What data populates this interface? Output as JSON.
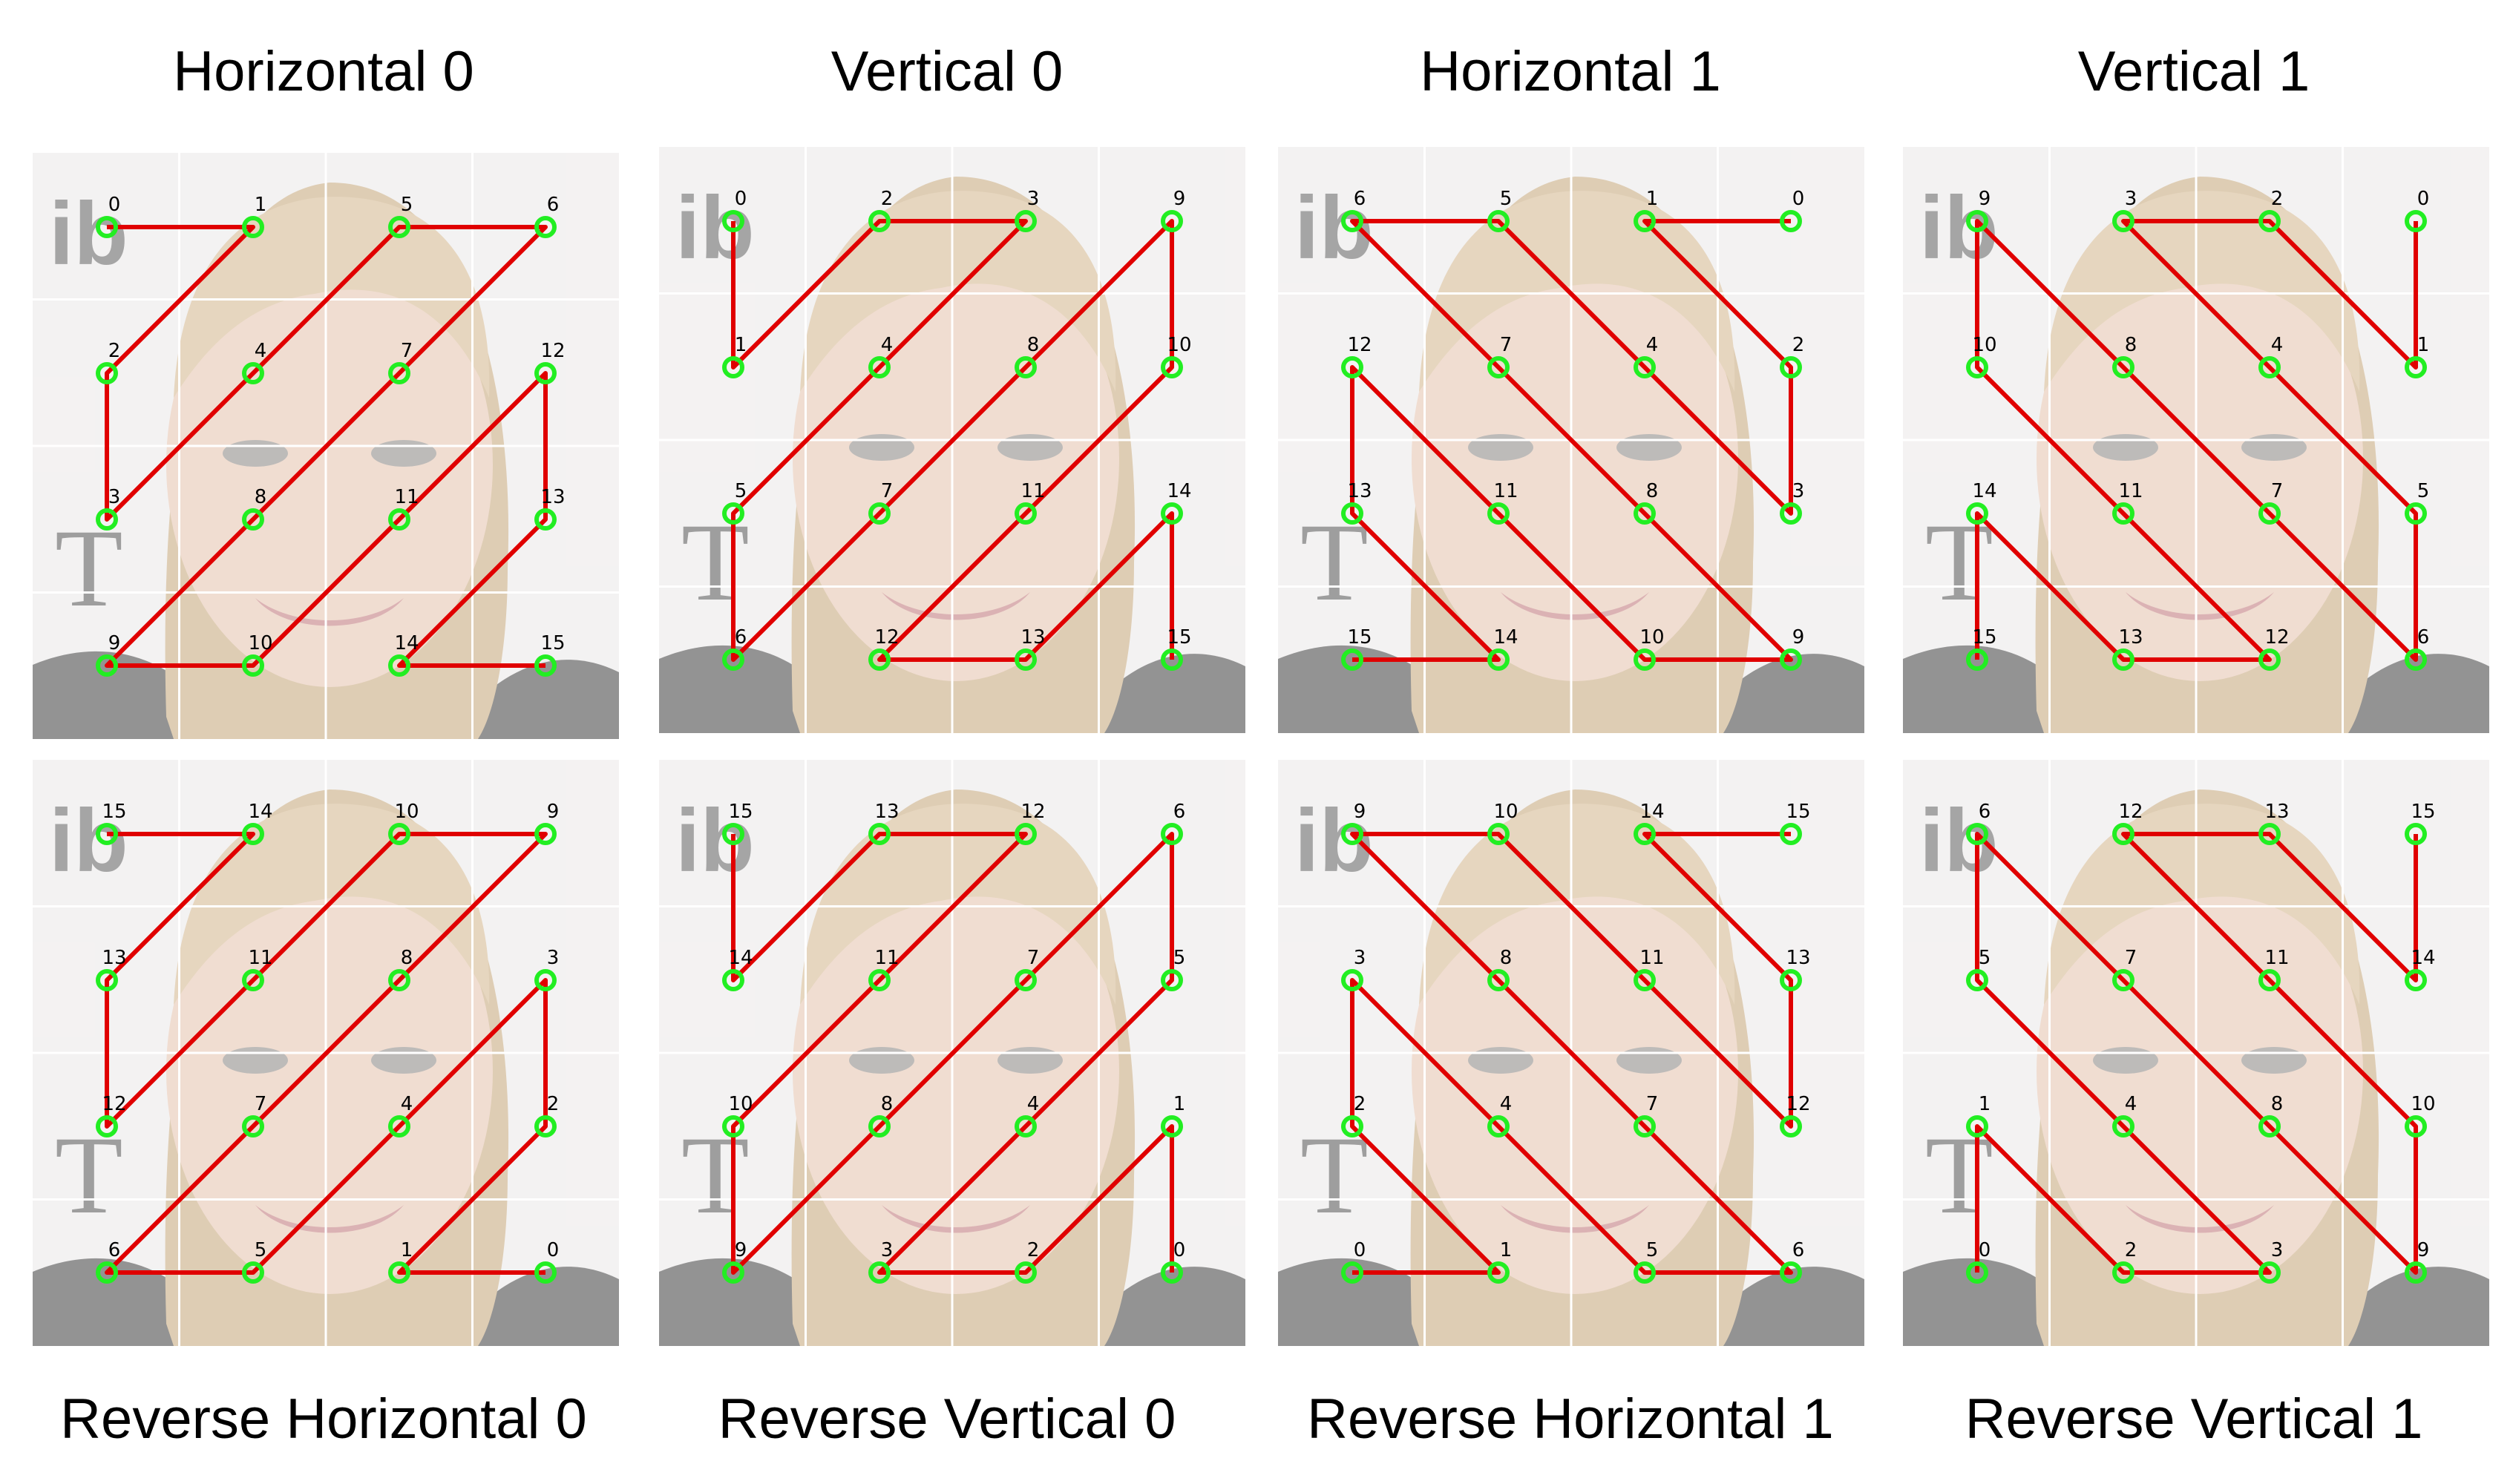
{
  "columns": [
    {
      "title": "Horizontal 0",
      "caption": "Reverse Horizontal 0",
      "top_order": [
        0,
        1,
        5,
        6,
        2,
        4,
        7,
        12,
        3,
        8,
        11,
        13,
        9,
        10,
        14,
        15
      ],
      "bottom_order": [
        15,
        14,
        10,
        9,
        13,
        11,
        8,
        3,
        12,
        7,
        4,
        2,
        6,
        5,
        1,
        0
      ]
    },
    {
      "title": "Vertical 0",
      "caption": "Reverse Vertical 0",
      "top_order": [
        0,
        2,
        3,
        9,
        1,
        4,
        8,
        10,
        5,
        7,
        11,
        14,
        6,
        12,
        13,
        15
      ],
      "bottom_order": [
        15,
        13,
        12,
        6,
        14,
        11,
        7,
        5,
        10,
        8,
        4,
        1,
        9,
        3,
        2,
        0
      ]
    },
    {
      "title": "Horizontal 1",
      "caption": "Reverse Horizontal 1",
      "top_order": [
        6,
        5,
        1,
        0,
        12,
        7,
        4,
        2,
        13,
        11,
        8,
        3,
        15,
        14,
        10,
        9
      ],
      "bottom_order": [
        9,
        10,
        14,
        15,
        3,
        8,
        11,
        13,
        2,
        4,
        7,
        12,
        0,
        1,
        5,
        6
      ]
    },
    {
      "title": "Vertical 1",
      "caption": "Reverse Vertical 1",
      "top_order": [
        9,
        3,
        2,
        0,
        10,
        8,
        4,
        1,
        14,
        11,
        7,
        5,
        15,
        13,
        12,
        6
      ],
      "bottom_order": [
        6,
        12,
        13,
        15,
        5,
        7,
        11,
        14,
        1,
        4,
        8,
        10,
        0,
        2,
        3,
        9
      ]
    }
  ],
  "colors": {
    "path": "#e00000",
    "node": "#22ee22",
    "grid": "#ffffff",
    "label": "#000000"
  }
}
